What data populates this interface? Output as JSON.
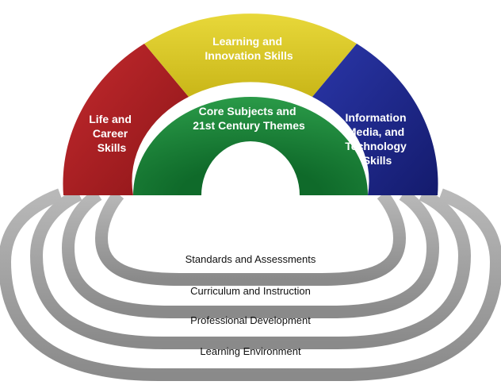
{
  "diagram": {
    "arch_segments": [
      {
        "id": "life",
        "lines": [
          "Life and",
          "Career",
          "Skills"
        ],
        "color": "#b51f24"
      },
      {
        "id": "learning",
        "lines": [
          "Learning and",
          "Innovation Skills"
        ],
        "color": "#d9c61d"
      },
      {
        "id": "info",
        "lines": [
          "Information",
          "Media, and",
          "Technology",
          "Skills"
        ],
        "color": "#1e2891"
      }
    ],
    "core": {
      "lines": [
        "Core Subjects and",
        "21st Century Themes"
      ],
      "color": "#1f8a3c"
    },
    "support_rings": [
      {
        "label": "Standards and Assessments"
      },
      {
        "label": "Curriculum and Instruction"
      },
      {
        "label": "Professional Development"
      },
      {
        "label": "Learning Environment"
      }
    ]
  }
}
